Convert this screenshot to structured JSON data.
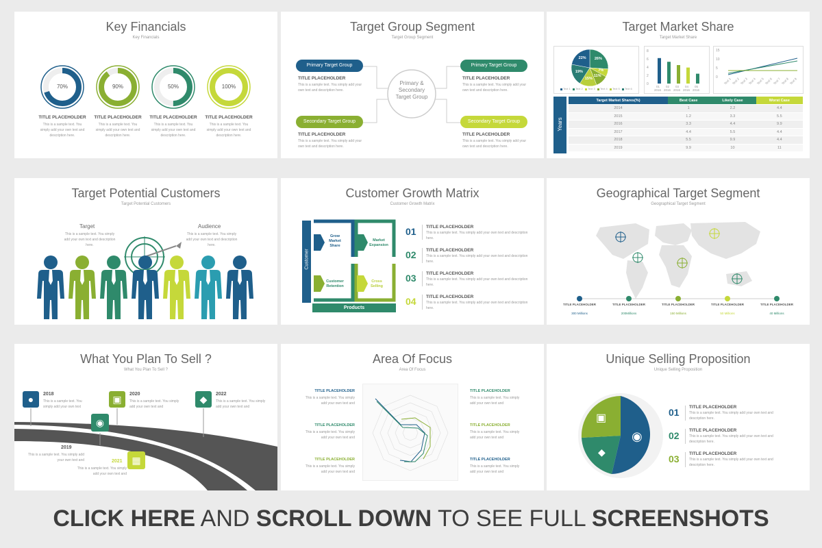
{
  "colors": {
    "navy": "#1f5f8b",
    "teal": "#2f8a6b",
    "green": "#8aaf32",
    "lime": "#c5d83a",
    "gray": "#4a4a4a"
  },
  "key_financials": {
    "title": "Key Financials",
    "subtitle": "Key Financials",
    "items": [
      {
        "value": "70%",
        "percent": 70,
        "color": "#1f5f8b",
        "label": "TITLE PLACEHOLDER",
        "text": "This is a sample text. You simply add your own text and description here."
      },
      {
        "value": "90%",
        "percent": 90,
        "color": "#8aaf32",
        "label": "TITLE PLACEHOLDER",
        "text": "This is a sample text. You simply add your own text and description here."
      },
      {
        "value": "50%",
        "percent": 50,
        "color": "#2f8a6b",
        "label": "TITLE PLACEHOLDER",
        "text": "This is a sample text. You simply add your own text and description here."
      },
      {
        "value": "100%",
        "percent": 100,
        "color": "#c5d83a",
        "label": "TITLE PLACEHOLDER",
        "text": "This is a sample text. You simply add your own text and description here."
      }
    ]
  },
  "target_group": {
    "title": "Target Group Segment",
    "subtitle": "Target Group Segment",
    "center": "Primary & Secondary Target Group",
    "pills": [
      {
        "label": "Primary Target Group",
        "color": "#1f5f8b",
        "title": "TITLE PLACEHOLDER",
        "text": "This is a sample text. You simply add your own text and description here."
      },
      {
        "label": "Primary Target Group",
        "color": "#2f8a6b",
        "title": "TITLE PLACEHOLDER",
        "text": "This is a sample text. You simply add your own text and description here."
      },
      {
        "label": "Secondary Target Group",
        "color": "#8aaf32",
        "title": "TITLE PLACEHOLDER",
        "text": "This is a sample text. You simply add your own text and description here."
      },
      {
        "label": "Secondary Target Group",
        "color": "#c5d83a",
        "title": "TITLE PLACEHOLDER",
        "text": "This is a sample text. You simply add your own text and description here."
      }
    ]
  },
  "market_share": {
    "title": "Target Market Share",
    "subtitle": "Target Market Share",
    "pie": [
      {
        "label": "26%",
        "value": 26,
        "color": "#2f8a6b"
      },
      {
        "label": "7%",
        "value": 7,
        "color": "#c5d83a"
      },
      {
        "label": "11%",
        "value": 11,
        "color": "#8aaf32"
      },
      {
        "label": "15%",
        "value": 15,
        "color": "#b9cf3c"
      },
      {
        "label": "19%",
        "value": 19,
        "color": "#2a7d74"
      },
      {
        "label": "22%",
        "value": 22,
        "color": "#1f5f8b"
      }
    ],
    "pie_legend": [
      "Text 1",
      "Text 2",
      "Text 3",
      "Text 4",
      "Text 5",
      "Text 6"
    ],
    "bar_axis": [
      "8",
      "6",
      "4",
      "2",
      "0"
    ],
    "bar_categories": [
      "01",
      "02",
      "03",
      "04",
      "05"
    ],
    "bar_years": [
      "2016",
      "2016",
      "2016",
      "2016",
      "2016"
    ],
    "bar_values": [
      6.2,
      5.3,
      4.5,
      3.9,
      2.4
    ],
    "line_axis": [
      "15",
      "10",
      "5",
      "0"
    ],
    "line_categories": [
      "Text 1",
      "Text 2",
      "Text 3",
      "Text 4",
      "Text 5",
      "Text 6",
      "Text 7",
      "Text 8",
      "Text 9"
    ],
    "table": {
      "side_label": "Years",
      "headers": [
        "Target Market Shares(%)",
        "Best Case",
        "Likely Case",
        "Worst Case"
      ],
      "rows": [
        [
          "2014",
          "1",
          "2.2",
          "4.4"
        ],
        [
          "2015",
          "1.2",
          "3.3",
          "5.5"
        ],
        [
          "2016",
          "3.3",
          "4.4",
          "9.9"
        ],
        [
          "2017",
          "4.4",
          "5.5",
          "4.4"
        ],
        [
          "2018",
          "5.5",
          "9.9",
          "4.4"
        ],
        [
          "2019",
          "9.9",
          "10",
          "11"
        ]
      ]
    }
  },
  "potential": {
    "title": "Target Potential Customers",
    "subtitle": "Target Potential Customers",
    "target_label": "Target",
    "target_text": "This is a sample text. You simply add your own text and description here.",
    "audience_label": "Audience",
    "audience_text": "This is a sample text. You simply add your own text and description here."
  },
  "growth": {
    "title": "Customer Growth Matrix",
    "subtitle": "Customer Growth Matrix",
    "side": "Customer",
    "bottom": "Products",
    "quads": [
      "Grow Market Share",
      "Market Expansion",
      "Customer Retention",
      "Cross Selling"
    ],
    "items": [
      {
        "num": "01",
        "title": "TITLE PLACEHOLDER",
        "text": "This is a sample text. You simply add your own text and description here."
      },
      {
        "num": "02",
        "title": "TITLE PLACEHOLDER",
        "text": "This is a sample text. You simply add your own text and description here."
      },
      {
        "num": "03",
        "title": "TITLE PLACEHOLDER",
        "text": "This is a sample text. You simply add your own text and description here."
      },
      {
        "num": "04",
        "title": "TITLE PLACEHOLDER",
        "text": "This is a sample text. You simply add your own text and description here."
      }
    ]
  },
  "geo": {
    "title": "Geographical Target Segment",
    "subtitle": "Geographical Target Segment",
    "points": [
      {
        "title": "TITLE PLACEHOLDER",
        "value": "300 Millions"
      },
      {
        "title": "TITLE PLACEHOLDER",
        "value": "200Millions"
      },
      {
        "title": "TITLE PLACEHOLDER",
        "value": "150 Millions"
      },
      {
        "title": "TITLE PLACEHOLDER",
        "value": "50 Millions"
      },
      {
        "title": "TITLE PLACEHOLDER",
        "value": "40 Millions"
      }
    ]
  },
  "sell": {
    "title": "What You Plan To Sell ?",
    "subtitle": "What You Plan To Sell ?",
    "years": [
      {
        "year": "2018",
        "text": "This is a sample text. You simply add your own text"
      },
      {
        "year": "2019",
        "text": "This is a sample text. You simply add your own text and"
      },
      {
        "year": "2020",
        "text": "This is a sample text. You simply add your own text and"
      },
      {
        "year": "2021",
        "text": "This is a sample text. You simply add your own text and"
      },
      {
        "year": "2022",
        "text": "This is a sample text. You simply add your own text and"
      }
    ]
  },
  "focus": {
    "title": "Area Of Focus",
    "subtitle": "Area Of Focus",
    "items": [
      {
        "title": "TITLE PLACEHOLDER",
        "text": "This is a sample text. You simply add your own text and"
      },
      {
        "title": "TITLE PLACEHOLDER",
        "text": "This is a sample text. You simply add your own text and"
      },
      {
        "title": "TITLE PLACEHOLDER",
        "text": "This is a sample text. You simply add your own text and"
      },
      {
        "title": "TITLE PLACEHOLDER",
        "text": "This is a sample text. You simply add your own text and"
      },
      {
        "title": "TITLE PLACEHOLDER",
        "text": "This is a sample text. You simply add your own text and"
      },
      {
        "title": "TITLE PLACEHOLDER",
        "text": "This is a sample text. You simply add your own text and"
      }
    ]
  },
  "usp": {
    "title": "Unique Selling Proposition",
    "subtitle": "Unique Selling Proposition",
    "items": [
      {
        "num": "01",
        "title": "TITLE PLACEHOLDER",
        "text": "This is a sample text. You simply add your own text and description here."
      },
      {
        "num": "02",
        "title": "TITLE PLACEHOLDER",
        "text": "This is a sample text. You simply add your own text and description here."
      },
      {
        "num": "03",
        "title": "TITLE PLACEHOLDER",
        "text": "This is a sample text. You simply add your own text and description here."
      }
    ]
  },
  "banner": {
    "p1": "CLICK HERE",
    "p2": " AND ",
    "p3": "SCROLL DOWN",
    "p4": " TO SEE FULL ",
    "p5": "SCREENSHOTS"
  }
}
